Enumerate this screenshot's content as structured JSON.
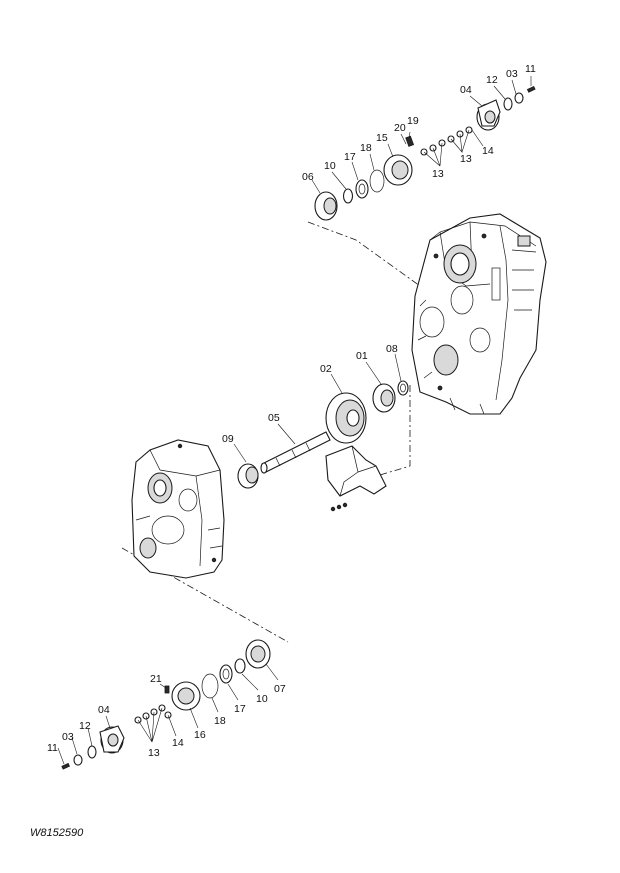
{
  "drawing_code": "W8152590",
  "callouts": {
    "top": [
      "11",
      "03",
      "12",
      "04",
      "19",
      "20",
      "15",
      "18",
      "17",
      "10",
      "06",
      "13",
      "13",
      "14"
    ],
    "middle": [
      "02",
      "01",
      "08",
      "05",
      "09"
    ],
    "bottom": [
      "21",
      "04",
      "12",
      "03",
      "11",
      "13",
      "14",
      "16",
      "18",
      "17",
      "10",
      "07"
    ]
  }
}
